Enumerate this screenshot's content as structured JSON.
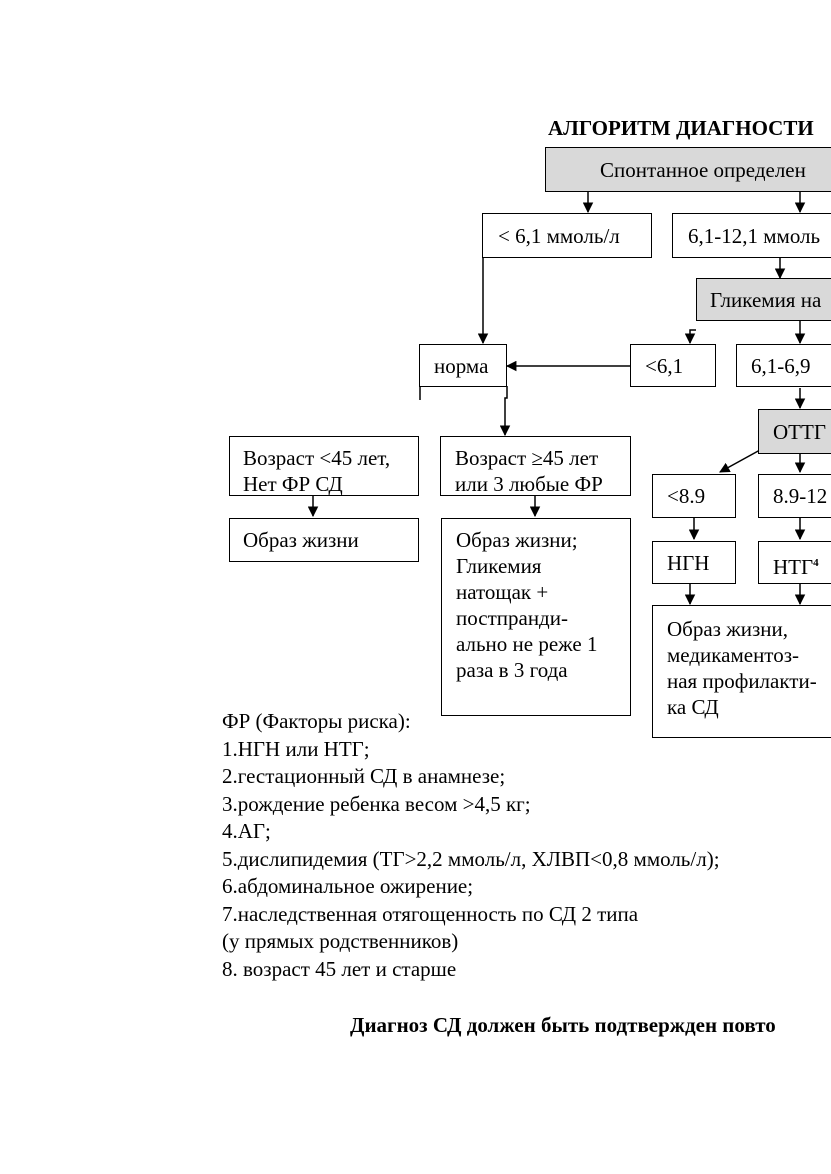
{
  "title": "АЛГОРИТМ ДИАГНОСТИ",
  "flowchart": {
    "spontaneous": "Спонтанное определен",
    "lt61_mmol": "< 6,1 ммоль/л",
    "range_61_121": "6,1-12,1 ммоль",
    "glycemia_fasting": "Гликемия на",
    "norm": "норма",
    "lt61": "<6,1",
    "range_61_69": "6,1-6,9",
    "age_lt45_line1": "Возраст <45 лет,",
    "age_lt45_line2": "Нет ФР СД",
    "age_ge45_line1": "Возраст ≥45 лет",
    "age_ge45_line2": "или 3 любые ФР",
    "ogtt": "ОТТГ",
    "lt89": "<8.9",
    "range_89_12": "8.9-12",
    "lifestyle": "Образ жизни",
    "lifestyle_monitor": [
      "Образ жизни;",
      "Гликемия",
      "натощак +",
      "постпранди-",
      "ально не реже 1",
      "раза в 3 года"
    ],
    "ngn": "НГН",
    "ntg": "НТГ",
    "ntg_sup": "4",
    "lifestyle_drug": [
      "Образ жизни,",
      "медикаментоз-",
      "ная профилакти-",
      "ка СД"
    ]
  },
  "risk_factors": {
    "heading": "ФР (Факторы риска):",
    "items": [
      "1.НГН или НТГ;",
      "2.гестационный СД в анамнезе;",
      "3.рождение ребенка весом >4,5 кг;",
      "4.АГ;",
      "5.дислипидемия (ТГ>2,2 ммоль/л, ХЛВП<0,8 ммоль/л);",
      "6.абдоминальное ожирение;",
      "7.наследственная отягощенность по СД 2 типа",
      "(у прямых родственников)",
      "8. возраст 45 лет и старше"
    ]
  },
  "footer": "Диагноз СД должен быть подтвержден повто"
}
